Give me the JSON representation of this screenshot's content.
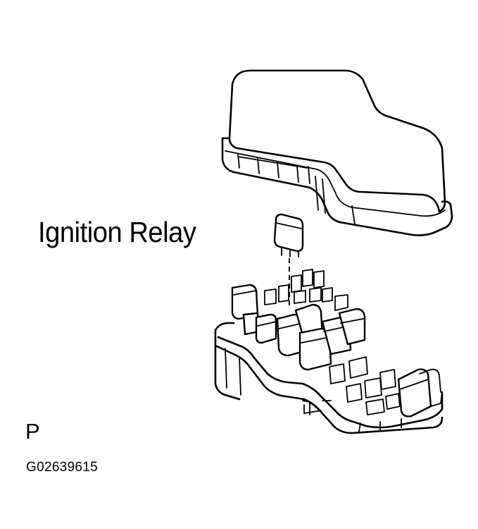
{
  "labels": {
    "component": "Ignition Relay",
    "view_code": "P",
    "figure_code": "G02639615"
  },
  "icons": [
    "fuse-box-cover-icon",
    "ignition-relay-icon",
    "relay-block-icon"
  ],
  "colors": {
    "ink": "#000000",
    "background": "#ffffff"
  }
}
